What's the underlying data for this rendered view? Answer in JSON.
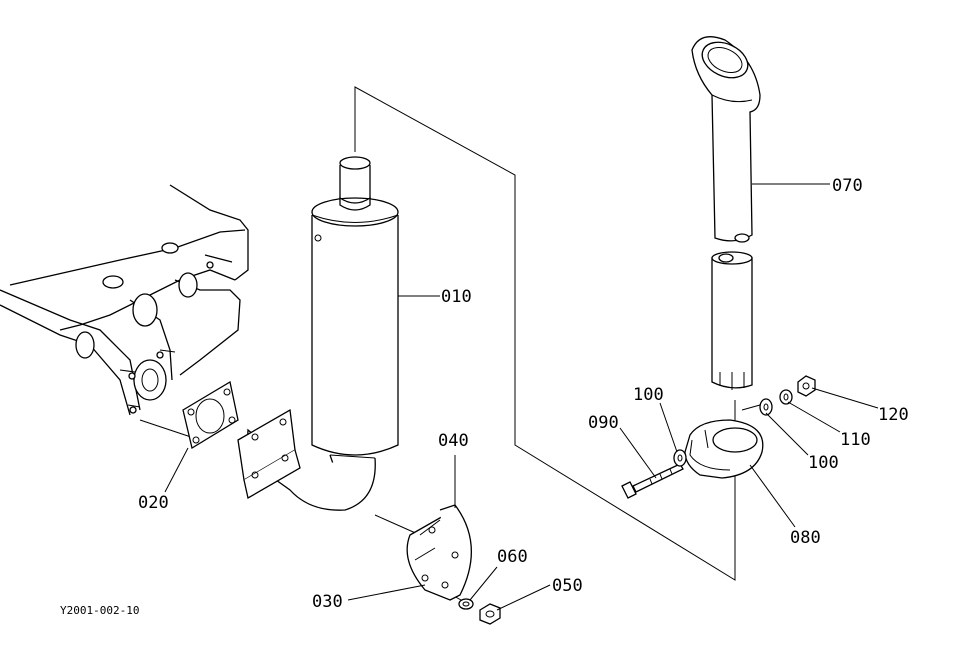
{
  "diagram": {
    "drawing_code": "Y2001-002-10",
    "callouts": {
      "c010": "010",
      "c020": "020",
      "c030": "030",
      "c040": "040",
      "c050": "050",
      "c060": "060",
      "c070": "070",
      "c080": "080",
      "c090": "090",
      "c100a": "100",
      "c100b": "100",
      "c110": "110",
      "c120": "120"
    }
  }
}
